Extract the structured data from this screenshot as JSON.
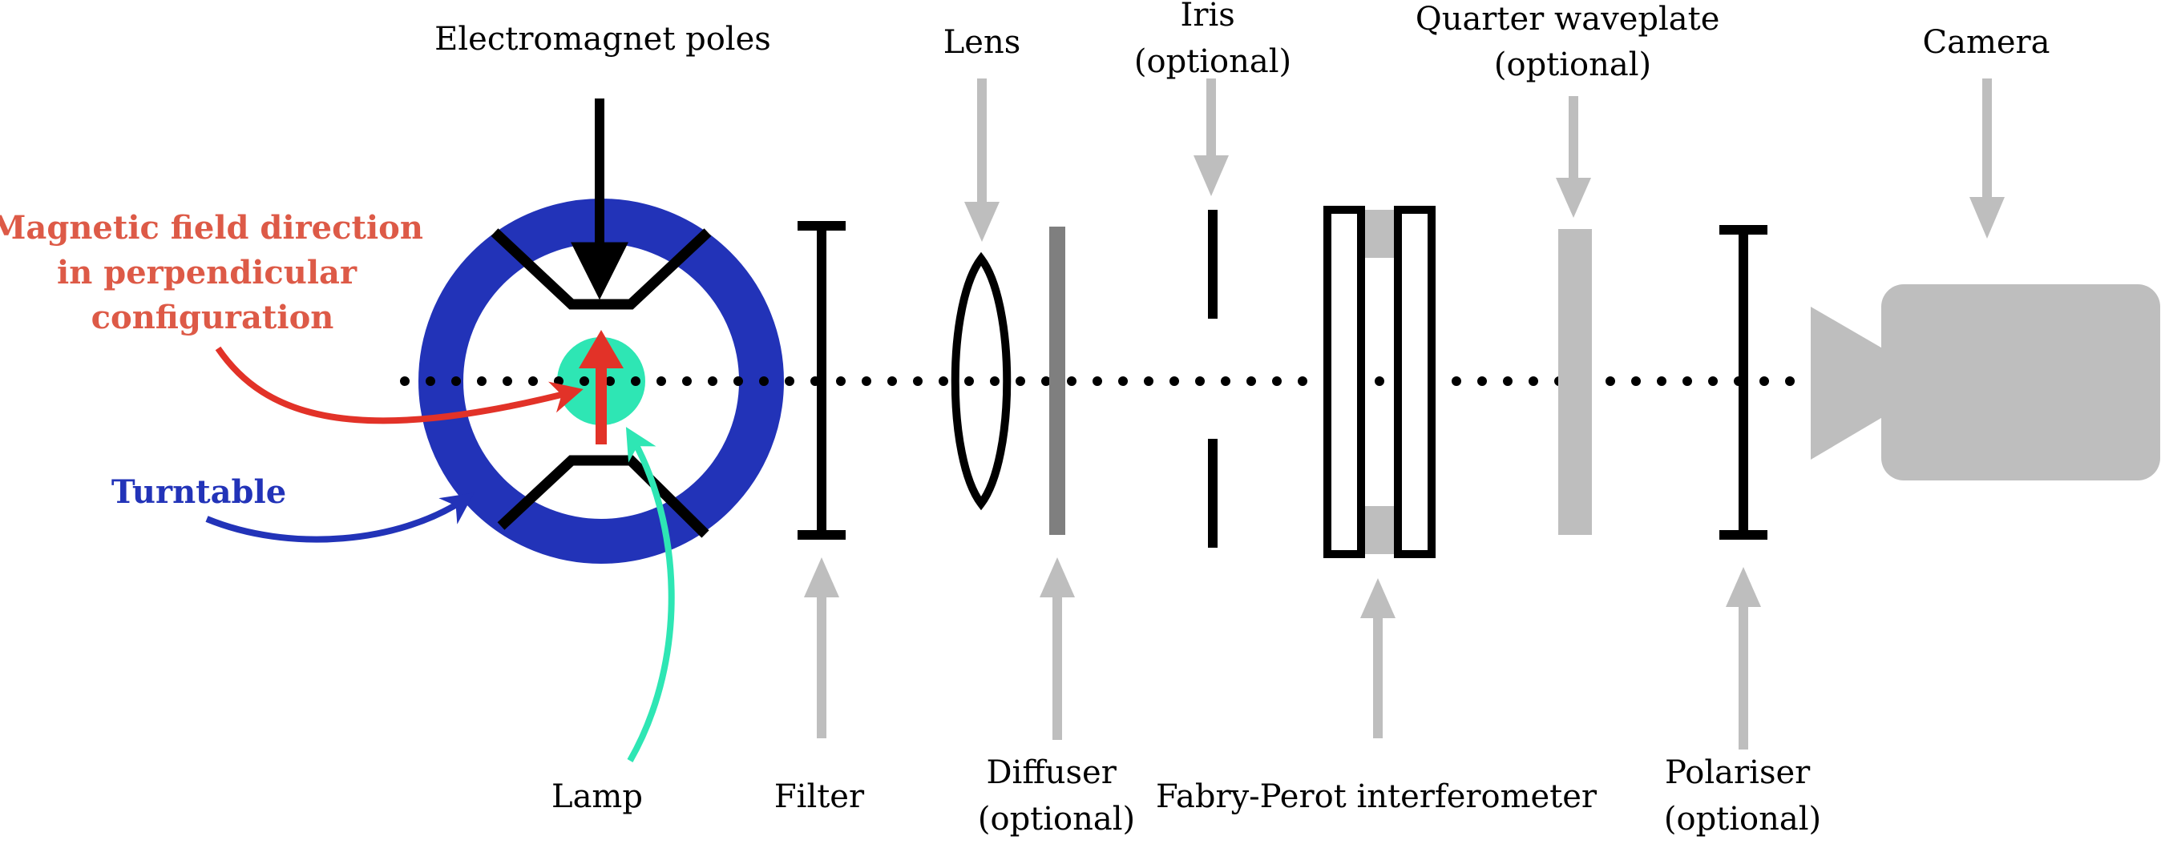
{
  "colors": {
    "black": "#000000",
    "gray": "#bebebe",
    "dark_gray": "#7f7f7f",
    "blue": "#2233b8",
    "red": "#e23228",
    "field_text": "#dd5a47",
    "teal": "#2ee6b4"
  },
  "labels": {
    "electromagnet": "Electromagnet poles",
    "magnetic_field": [
      "Magnetic field direction",
      "in perpendicular",
      "configuration"
    ],
    "turntable": "Turntable",
    "lamp": "Lamp",
    "filter": "Filter",
    "lens": "Lens",
    "diffuser": [
      "Diffuser",
      "(optional)"
    ],
    "iris": [
      "Iris",
      "(optional)"
    ],
    "fabry_perot": "Fabry-Perot interferometer",
    "quarter_waveplate": [
      "Quarter waveplate",
      "(optional)"
    ],
    "polariser": [
      "Polariser",
      "(optional)"
    ],
    "camera": "Camera"
  }
}
